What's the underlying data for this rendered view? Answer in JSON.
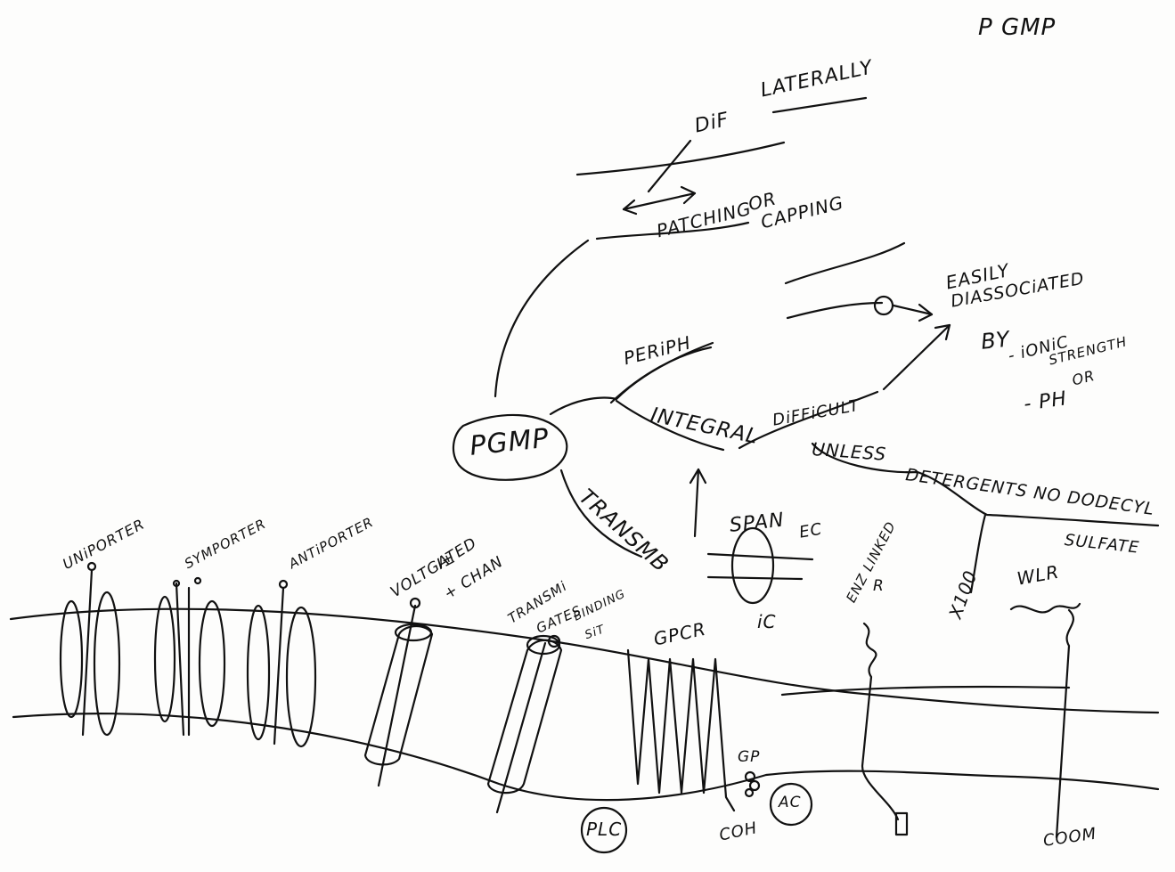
{
  "corner_title": "P GMP",
  "center_node": "PGMP",
  "branches": {
    "lateral": {
      "dif": "DiF",
      "laterally": "LATERALLY",
      "patching": "PATCHING",
      "or": "OR",
      "capping": "CAPPING"
    },
    "periph": {
      "label": "PERiPH",
      "easily": "EASILY",
      "diassociated": "DIASSOCiATED",
      "by": "BY",
      "ionic": "- iONiC",
      "strength": "STRENGTH",
      "or": "OR",
      "ph": "- PH"
    },
    "integral": {
      "label": "INTEGRAL",
      "difficult": "DiFFiCULT",
      "unless": "UNLESS",
      "detergents": "DETERGENTS NO DODECYL",
      "sulfate": "SULFATE",
      "x100": "X100"
    },
    "transmb": {
      "label": "TRANSMB",
      "span": "SPAN",
      "ec": "EC",
      "ic": "iC"
    }
  },
  "membrane_labels": {
    "uniporter": "UNiPORTER",
    "symporter": "SYMPORTER",
    "antiporter": "ANTiPORTER",
    "voltgated": "VOLTGATED",
    "ion": "I±",
    "chan": "+ CHAN",
    "transmi": "TRANSMi",
    "gates": "GATES",
    "binding": "BINDING",
    "site": "SiT",
    "gpcr": "GPCR",
    "gp": "GP",
    "coh": "COH",
    "plc": "PLC",
    "ac": "AC",
    "enz_linked": "ENZ LINKED",
    "r": "R",
    "wlr": "WLR",
    "coom": "COOM"
  }
}
